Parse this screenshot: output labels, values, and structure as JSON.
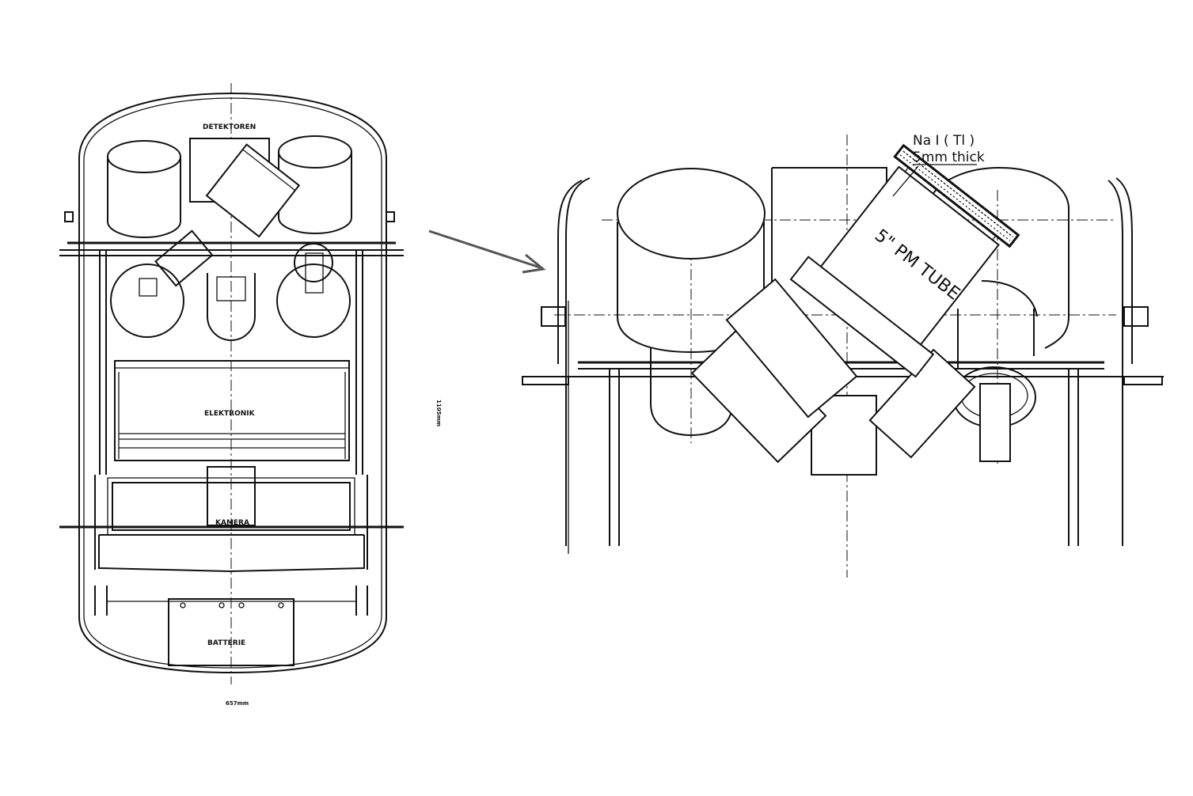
{
  "left_view": {
    "label_detectors": "DETEKTOREN",
    "label_electronics": "ELEKTRONIK",
    "label_camera": "KAMERA",
    "label_battery": "BATTERIE",
    "dim_height": "1105mm",
    "dim_width": "657mm"
  },
  "right_view": {
    "label_crystal_line1": "Na I ( Tl )",
    "label_crystal_line2": "5mm thick",
    "label_pm_tube": "5\" PM TUBE"
  },
  "colors": {
    "ink": "#111111",
    "arrow": "#555555",
    "background": "#ffffff"
  }
}
